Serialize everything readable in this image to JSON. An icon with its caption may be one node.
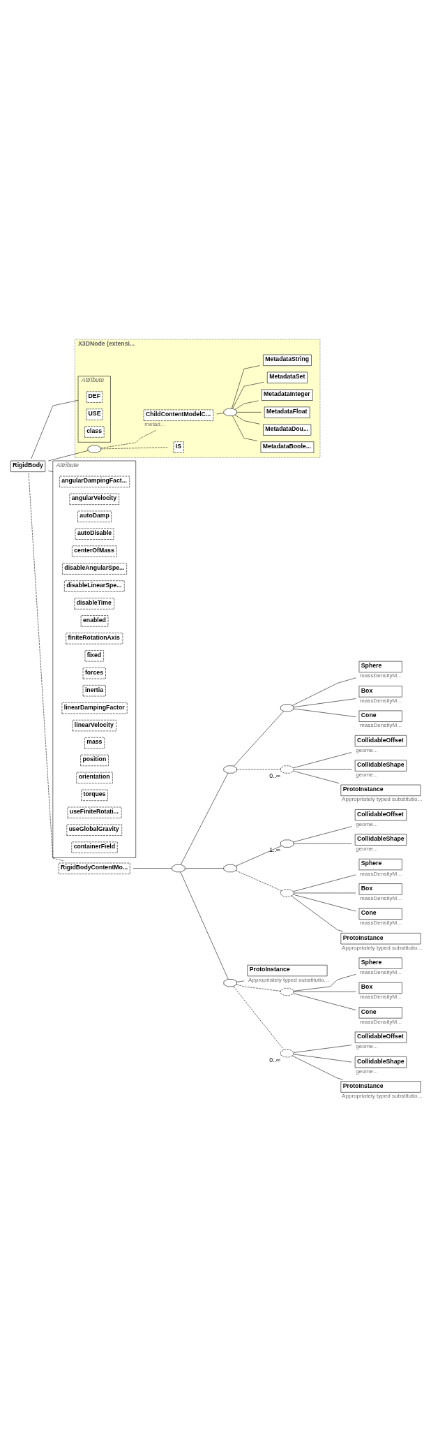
{
  "diagram": {
    "nodes": [
      {
        "text": [
          "RigidBody"
        ]
      },
      {
        "text": [
          "X3DNode (extensi..."
        ]
      },
      {
        "text": [
          "Attribute"
        ],
        "in": 1
      },
      {
        "text": [
          "DEF"
        ],
        "in": 2
      },
      {
        "text": [
          "USE"
        ],
        "in": 2
      },
      {
        "text": [
          "class"
        ],
        "in": 2
      },
      {
        "text": [],
        "shape": "octagon",
        "in": 1
      },
      {
        "text": [
          "IS"
        ],
        "in": 1
      },
      {
        "text": [
          "ChildContentModelC..."
        ],
        "in": 1,
        "beside": [
          "metad..."
        ]
      },
      {
        "text": [],
        "shape": "octagon",
        "in": 1
      },
      {
        "text": [
          "MetadataBoole..."
        ],
        "in": 1
      },
      {
        "text": [
          "MetadataDou..."
        ],
        "in": 1
      },
      {
        "text": [
          "MetadataFloat"
        ],
        "in": 1
      },
      {
        "text": [
          "MetadataInteger"
        ],
        "in": 1
      },
      {
        "text": [
          "MetadataSet"
        ],
        "in": 1
      },
      {
        "text": [
          "MetadataString"
        ],
        "in": 1
      },
      {
        "text": [
          "Attribute"
        ]
      },
      {
        "text": [
          "angularDampingFact..."
        ],
        "in": 16
      },
      {
        "text": [
          "angularVelocity"
        ],
        "in": 16
      },
      {
        "text": [
          "autoDamp"
        ],
        "in": 16
      },
      {
        "text": [
          "autoDisable"
        ],
        "in": 16
      },
      {
        "text": [
          "centerOfMass"
        ],
        "in": 16
      },
      {
        "text": [
          "disableAngularSpe..."
        ],
        "in": 16
      },
      {
        "text": [
          "disableLinearSpe..."
        ],
        "in": 16
      },
      {
        "text": [
          "disableTime"
        ],
        "in": 16
      },
      {
        "text": [
          "enabled"
        ],
        "in": 16
      },
      {
        "text": [
          "finiteRotationAxis"
        ],
        "in": 16
      },
      {
        "text": [
          "fixed"
        ],
        "in": 16
      },
      {
        "text": [
          "forces"
        ],
        "in": 16
      },
      {
        "text": [
          "inertia"
        ],
        "in": 16
      },
      {
        "text": [
          "linearDampingFactor"
        ],
        "in": 16
      },
      {
        "text": [
          "linearVelocity"
        ],
        "in": 16
      },
      {
        "text": [
          "mass"
        ],
        "in": 16
      },
      {
        "text": [
          "position"
        ],
        "in": 16
      },
      {
        "text": [
          "orientation"
        ],
        "in": 16
      },
      {
        "text": [
          "torques"
        ],
        "in": 16
      },
      {
        "text": [
          "useFiniteRotati..."
        ],
        "in": 16
      },
      {
        "text": [
          "useGlobalGravity"
        ],
        "in": 16
      },
      {
        "text": [
          "containerField"
        ],
        "in": 16
      },
      {
        "text": [
          "RigidBodyContentMo..."
        ]
      },
      {
        "text": [],
        "shape": "octagon"
      },
      {
        "text": [],
        "shape": "octagon"
      },
      {
        "text": [],
        "shape": "octagon"
      },
      {
        "text": [
          "Sphere"
        ],
        "beside": [
          "massDensityM..."
        ]
      },
      {
        "text": [
          "Box"
        ],
        "beside": [
          "massDensityM..."
        ]
      },
      {
        "text": [
          "Cone"
        ],
        "beside": [
          "massDensityM..."
        ]
      },
      {
        "text": [],
        "shape": "octagon",
        "beside": [
          "0..∞"
        ]
      },
      {
        "text": [
          "CollidableOffset"
        ],
        "beside": [
          "geome..."
        ]
      },
      {
        "text": [
          "CollidableShape"
        ],
        "beside": [
          "geome..."
        ]
      },
      {
        "text": [
          "ProtoInstance"
        ],
        "beside": [
          "Appropriately typed substitutio..."
        ]
      },
      {
        "text": [],
        "shape": "octagon"
      },
      {
        "text": [],
        "shape": "octagon",
        "beside": [
          "1..∞"
        ]
      },
      {
        "text": [
          "CollidableOffset"
        ],
        "beside": [
          "geome..."
        ]
      },
      {
        "text": [
          "CollidableShape"
        ],
        "beside": [
          "geome..."
        ]
      },
      {
        "text": [],
        "shape": "octagon"
      },
      {
        "text": [
          "Sphere"
        ],
        "beside": [
          "massDensityM..."
        ]
      },
      {
        "text": [
          "Box"
        ],
        "beside": [
          "massDensityM..."
        ]
      },
      {
        "text": [
          "Cone"
        ],
        "beside": [
          "massDensityM..."
        ]
      },
      {
        "text": [
          "ProtoInstance"
        ],
        "beside": [
          "Appropriately typed substitutio..."
        ]
      },
      {
        "text": [],
        "shape": "octagon"
      },
      {
        "text": [
          "ProtoInstance"
        ],
        "beside": [
          "Appropriately typed substitutio..."
        ]
      },
      {
        "text": [],
        "shape": "octagon"
      },
      {
        "text": [
          "Sphere"
        ],
        "beside": [
          "massDensityM..."
        ]
      },
      {
        "text": [
          "Box"
        ],
        "beside": [
          "massDensityM..."
        ]
      },
      {
        "text": [
          "Cone"
        ],
        "beside": [
          "massDensityM..."
        ]
      },
      {
        "text": [],
        "shape": "octagon",
        "beside": [
          "0..∞"
        ]
      },
      {
        "text": [
          "CollidableOffset"
        ],
        "beside": [
          "geome..."
        ]
      },
      {
        "text": [
          "CollidableShape"
        ],
        "beside": [
          "geome..."
        ]
      },
      {
        "text": [
          "ProtoInstance"
        ],
        "beside": [
          "Appropriately typed substitutio..."
        ]
      }
    ],
    "edges": [
      {
        "from": 0,
        "to": 2,
        "arrow": "none"
      },
      {
        "from": 0,
        "to": 6,
        "arrow": "none"
      },
      {
        "from": 0,
        "to": 16,
        "arrow": "none"
      },
      {
        "from": 0,
        "to": 39,
        "arrow": "none",
        "style": "dashed"
      },
      {
        "from": 6,
        "to": 7,
        "arrow": "none",
        "style": "dashed"
      },
      {
        "from": 6,
        "to": 8,
        "arrow": "none",
        "style": "dashed"
      },
      {
        "from": 8,
        "to": 9,
        "arrow": "none"
      },
      {
        "from": 9,
        "to": 10,
        "arrow": "none"
      },
      {
        "from": 9,
        "to": 11,
        "arrow": "none"
      },
      {
        "from": 9,
        "to": 12,
        "arrow": "none"
      },
      {
        "from": 9,
        "to": 13,
        "arrow": "none"
      },
      {
        "from": 9,
        "to": 14,
        "arrow": "none"
      },
      {
        "from": 9,
        "to": 15,
        "arrow": "none"
      },
      {
        "from": 39,
        "to": 40,
        "arrow": "none"
      },
      {
        "from": 40,
        "to": 41,
        "arrow": "none"
      },
      {
        "from": 40,
        "to": 50,
        "arrow": "none"
      },
      {
        "from": 40,
        "to": 59,
        "arrow": "none"
      },
      {
        "from": 41,
        "to": 42,
        "arrow": "none"
      },
      {
        "from": 41,
        "to": 46,
        "arrow": "none",
        "style": "dashed"
      },
      {
        "from": 42,
        "to": 43,
        "arrow": "none"
      },
      {
        "from": 42,
        "to": 44,
        "arrow": "none"
      },
      {
        "from": 42,
        "to": 45,
        "arrow": "none"
      },
      {
        "from": 46,
        "to": 47,
        "arrow": "none"
      },
      {
        "from": 46,
        "to": 48,
        "arrow": "none"
      },
      {
        "from": 46,
        "to": 49,
        "arrow": "none"
      },
      {
        "from": 50,
        "to": 51,
        "arrow": "none"
      },
      {
        "from": 50,
        "to": 54,
        "arrow": "none",
        "style": "dashed"
      },
      {
        "from": 51,
        "to": 52,
        "arrow": "none"
      },
      {
        "from": 51,
        "to": 53,
        "arrow": "none"
      },
      {
        "from": 54,
        "to": 55,
        "arrow": "none"
      },
      {
        "from": 54,
        "to": 56,
        "arrow": "none"
      },
      {
        "from": 54,
        "to": 57,
        "arrow": "none"
      },
      {
        "from": 54,
        "to": 58,
        "arrow": "none"
      },
      {
        "from": 59,
        "to": 60,
        "arrow": "none"
      },
      {
        "from": 59,
        "to": 61,
        "arrow": "none",
        "style": "dashed"
      },
      {
        "from": 59,
        "to": 65,
        "arrow": "none",
        "style": "dashed"
      },
      {
        "from": 61,
        "to": 62,
        "arrow": "none"
      },
      {
        "from": 61,
        "to": 63,
        "arrow": "none"
      },
      {
        "from": 61,
        "to": 64,
        "arrow": "none"
      },
      {
        "from": 65,
        "to": 66,
        "arrow": "none"
      },
      {
        "from": 65,
        "to": 67,
        "arrow": "none"
      },
      {
        "from": 65,
        "to": 68,
        "arrow": "none"
      }
    ]
  }
}
